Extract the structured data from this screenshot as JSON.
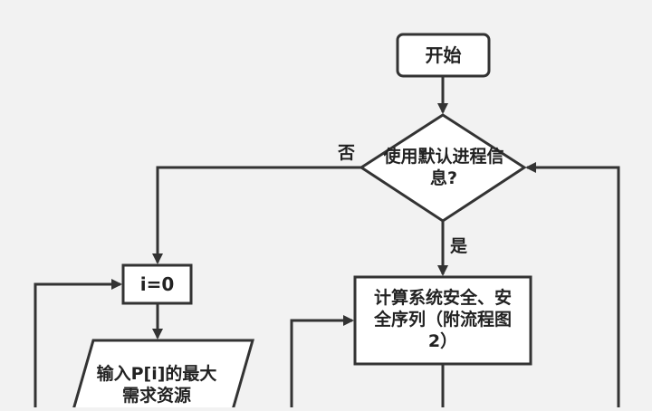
{
  "nodes": {
    "start": "开始",
    "decision": "使用默认进程信息?",
    "init_i": "i=0",
    "input_max": "输入P[i]的最大需求资源",
    "compute": "计算系统安全、安全序列（附流程图2）"
  },
  "edge_labels": {
    "no": "否",
    "yes": "是"
  },
  "colors": {
    "background": "#f2f2f2",
    "stroke": "#333333",
    "node_fill": "#ffffff"
  }
}
